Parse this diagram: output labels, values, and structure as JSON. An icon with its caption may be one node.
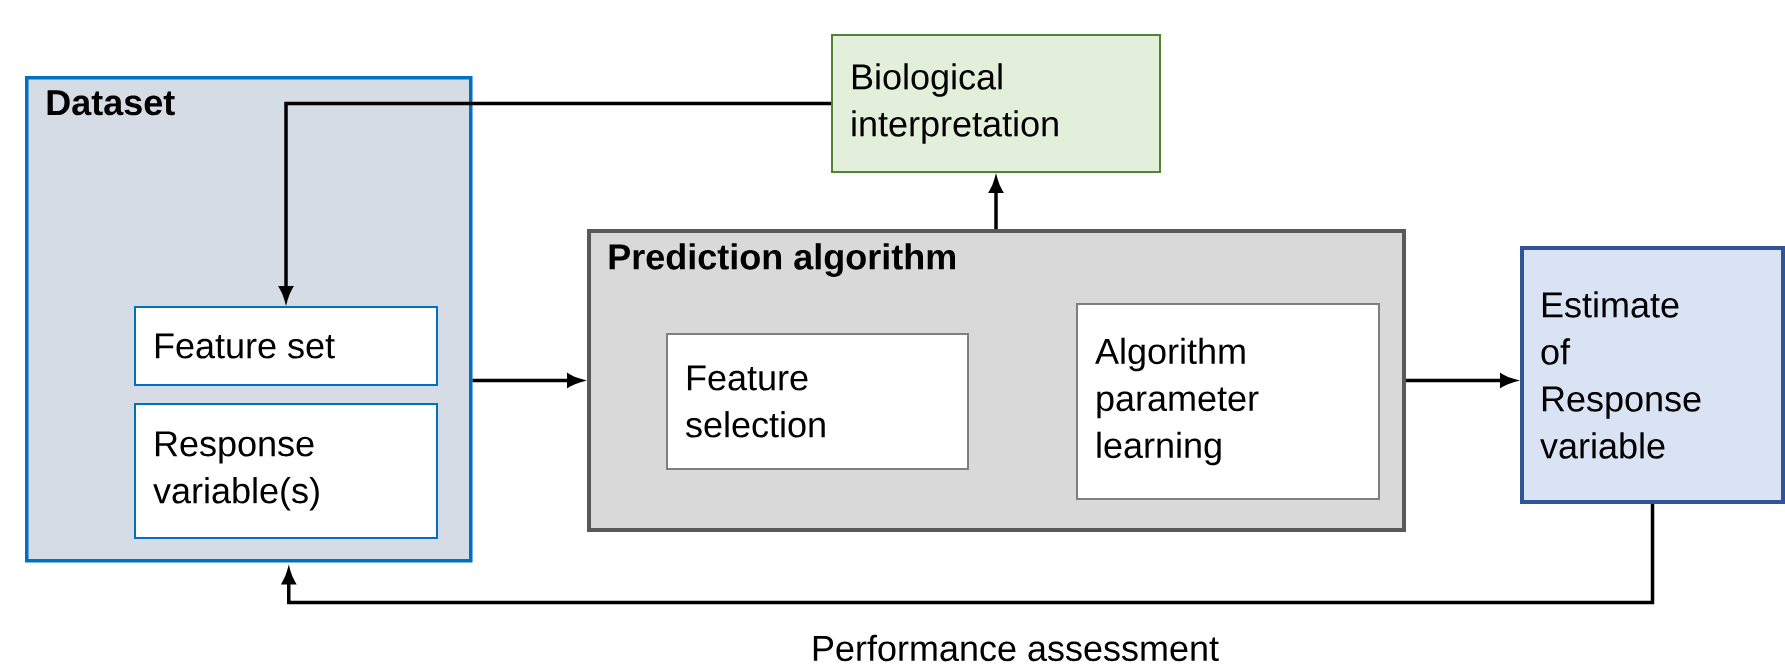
{
  "diagram": {
    "nodes": [
      {
        "text": [
          "Dataset"
        ]
      },
      {
        "text": [
          "Feature set"
        ],
        "in": 0
      },
      {
        "text": [
          "Response variable(s)"
        ],
        "in": 0
      },
      {
        "text": [
          "Biological interpretation"
        ]
      },
      {
        "text": [
          "Prediction algorithm"
        ]
      },
      {
        "text": [
          "Feature selection"
        ],
        "in": 4
      },
      {
        "text": [
          "Algorithm parameter learning"
        ],
        "in": 4
      },
      {
        "text": [
          "Estimate of Response variable"
        ]
      }
    ],
    "edges": [
      {
        "from": 3,
        "to": 1,
        "arrow": "to"
      },
      {
        "from": 0,
        "to": 4,
        "arrow": "to"
      },
      {
        "from": 4,
        "to": 3,
        "arrow": "to"
      },
      {
        "from": 4,
        "to": 7,
        "arrow": "to"
      },
      {
        "from": 7,
        "to": 0,
        "arrow": "to",
        "label": "Performance assessment"
      }
    ]
  }
}
